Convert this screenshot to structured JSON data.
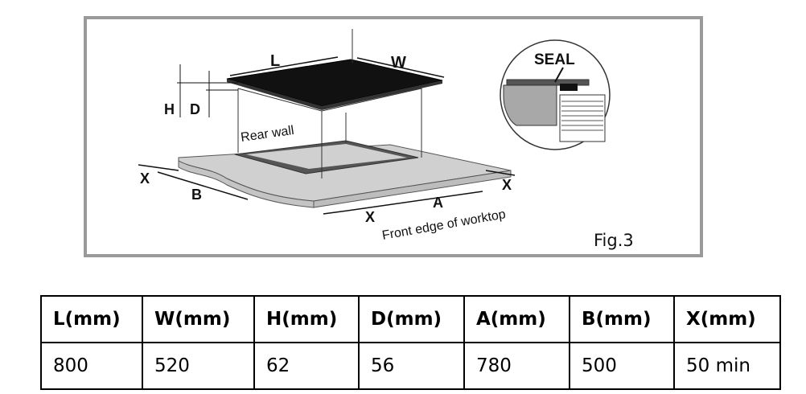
{
  "figure": {
    "caption": "Fig.3",
    "labels": {
      "L": "L",
      "W": "W",
      "H": "H",
      "D": "D",
      "A": "A",
      "B": "B",
      "X": "X",
      "rear_wall": "Rear wall",
      "front_edge": "Front edge of worktop",
      "seal": "SEAL"
    }
  },
  "table": {
    "headers": [
      "L(mm)",
      "W(mm)",
      "H(mm)",
      "D(mm)",
      "A(mm)",
      "B(mm)",
      "X(mm)"
    ],
    "rows": [
      [
        "800",
        "520",
        "62",
        "56",
        "780",
        "500",
        "50 min"
      ]
    ]
  }
}
